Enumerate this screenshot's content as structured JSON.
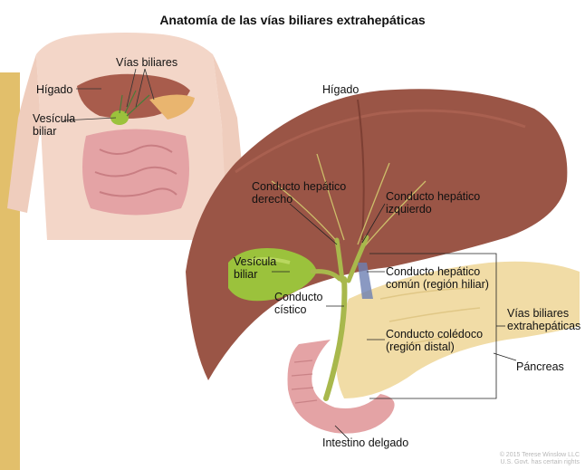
{
  "title": "Anatomía de las vías biliares extrahepáticas",
  "inset": {
    "higado": "Hígado",
    "vias_biliares": "Vías biliares",
    "vesicula_line1": "Vesícula",
    "vesicula_line2": "biliar"
  },
  "main": {
    "higado": "Hígado",
    "conducto_hepatico_derecho_line1": "Conducto hepático",
    "conducto_hepatico_derecho_line2": "derecho",
    "conducto_hepatico_izquierdo_line1": "Conducto hepático",
    "conducto_hepatico_izquierdo_line2": "izquierdo",
    "vesicula_line1": "Vesícula",
    "vesicula_line2": "biliar",
    "conducto_hepatico_comun_line1": "Conducto hepático",
    "conducto_hepatico_comun_line2": "común (región hiliar)",
    "conducto_cistico_line1": "Conducto",
    "conducto_cistico_line2": "cístico",
    "vias_extrahepaticas_line1": "Vías biliares",
    "vias_extrahepaticas_line2": "extrahepáticas",
    "conducto_coledoco_line1": "Conducto colédoco",
    "conducto_coledoco_line2": "(región distal)",
    "pancreas": "Páncreas",
    "intestino": "Intestino delgado"
  },
  "credit": {
    "line1": "© 2015 Terese Winslow LLC",
    "line2": "U.S. Govt. has certain rights"
  },
  "colors": {
    "accent_bar": "#e2bf6b",
    "liver": "#9a5546",
    "gallbladder": "#9bc23c",
    "pancreas": "#f1dca6",
    "intestine": "#e4a3a5",
    "skin": "#efc7b6"
  }
}
